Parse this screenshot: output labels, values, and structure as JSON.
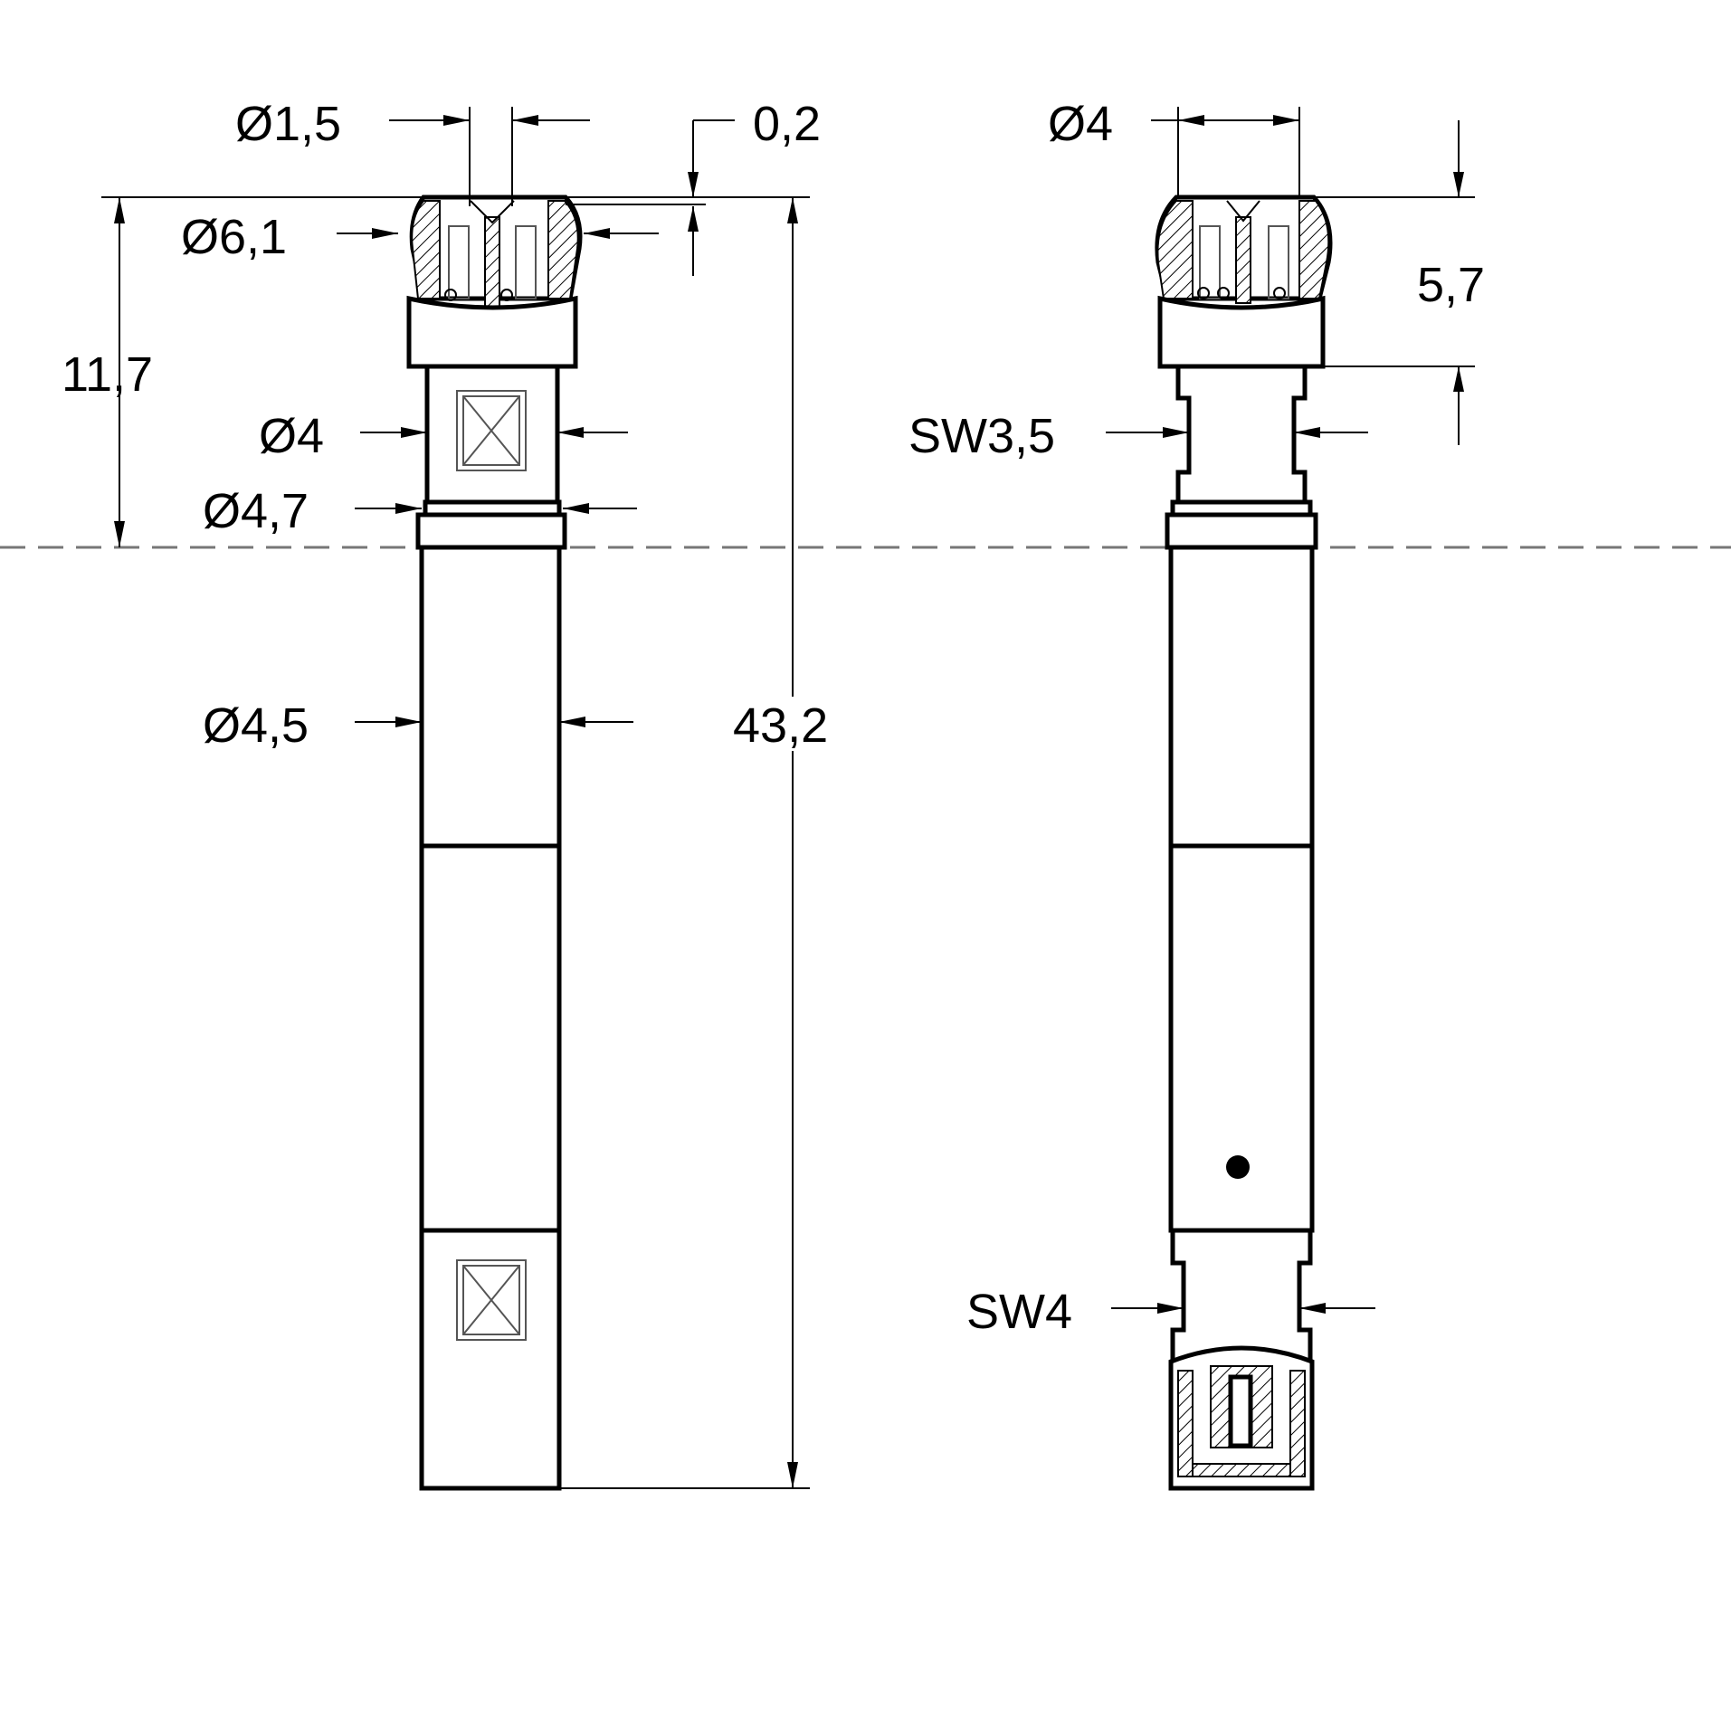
{
  "front_view": {
    "dim_tip_diameter": "Ø1,5",
    "dim_tip_offset": "0,2",
    "dim_head_diameter": "Ø6,1",
    "dim_head_length": "11,7",
    "dim_square_diameter": "Ø4",
    "dim_collar_diameter": "Ø4,7",
    "dim_shank_diameter": "Ø4,5",
    "dim_overall_length": "43,2"
  },
  "side_view": {
    "dim_head_diameter": "Ø4",
    "dim_head_height": "5,7",
    "dim_hex_upper": "SW3,5",
    "dim_hex_lower": "SW4"
  },
  "colors": {
    "line": "#000000",
    "centerline": "#777777"
  }
}
